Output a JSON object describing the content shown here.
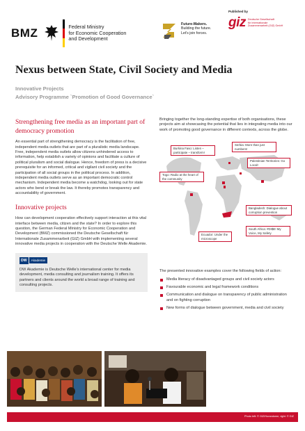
{
  "header": {
    "bmz_abbrev": "BMZ",
    "bmz_name": [
      "Federal Ministry",
      "for Economic Cooperation",
      "and Development"
    ],
    "fm_title": "Future-Makers.",
    "fm_lines": [
      "Building the future.",
      "Let's join forces."
    ],
    "published_by": "Published by",
    "giz_word": "giz",
    "giz_small": [
      "Deutsche Gesellschaft",
      "für Internationale",
      "Zusammenarbeit (GIZ) GmbH"
    ],
    "colors": {
      "accent": "#c8102e",
      "flag_black": "#000000",
      "flag_red": "#dd0000",
      "flag_gold": "#ffce00"
    }
  },
  "title": "Nexus between State, Civil Society and Media",
  "subtitle1": "Innovative Projects",
  "subtitle2": "Advisory Programme `Promotion of Good Governance`",
  "left": {
    "heading1": "Strengthening free media as an important part of democracy promotion",
    "para1": "An essential part of strengthening democracy is the facilitation of free, independent media outlets that are part of a pluralistic media landscape. Free, independent media outlets allow citizens unhindered access to information, help establish a variety of opinions and facilitate a culture of political pluralism and social dialogue. Hence, freedom of press is a decisive prerequisite for an informed, critical and vigilant civil society and the participation of all social groups in the political process. In addition, independent media outlets serve as an important democratic control mechanism. Independent media become a watchdog, looking out for state actors who bend or break the law. It thereby promotes transparency and accountability of government.",
    "heading2": "Innovative projects",
    "para2": "How can development cooperation effectively support interaction at this vital interface between media, citizen and the state? In order to explore this question, the German Federal Ministry for Economic Cooperation and Development (BMZ) commissioned the Deutsche Gesellschaft für Internationale Zusammenarbeit (GIZ) GmbH with implementing several innovative media projects in cooperation with the Deutsche Welle Akademie.",
    "dw_mark": "DW",
    "dw_akademie": "Akademie",
    "dw_text": "DW Akademie is Deutsche Welle's international center for media development, media consulting and journalism training. It offers its partners and clients around the world a broad range of training and consulting projects."
  },
  "right": {
    "intro": "Bringing together the long-standing expertise of both organisations, these projects aim at showcasing the potential that lies in integrating media into our work of promoting good governance in different contexts, across the globe.",
    "callouts": [
      "Burkina Faso: Listen – participate – transform!",
      "Serbia: More than just numbers!",
      "Palestinian Territories: Go Local!",
      "Togo: Radio at the heart of the community",
      "Bangladesh: Dialogue about corruption prevention",
      "South Africa: #DI$E! My Voice, My Safety",
      "Ecuador: Under the microscope"
    ],
    "fields_intro": "The presented innovative examples cover the following fields of action:",
    "fields": [
      "Media literacy of disadvantaged groups and civil society actors",
      "Favourable economic and legal framework conditions",
      "Communication and dialogue on transparency of public administration and on fighting corruption",
      "New forms of dialogue between government, media and civil society"
    ]
  },
  "footer": {
    "credit": "Photo left: © GIZ/Horandome, right: © GIZ"
  }
}
